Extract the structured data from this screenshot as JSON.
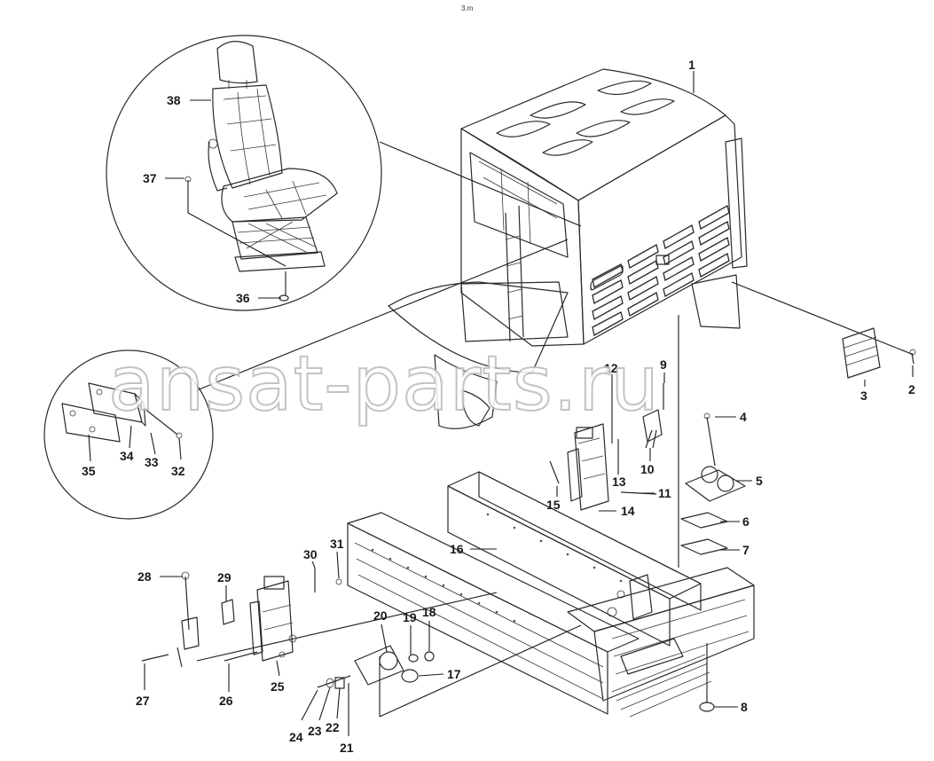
{
  "watermark": "ansat-parts.ru",
  "top_mark": "3.m",
  "callouts": [
    {
      "id": "1",
      "label": "1"
    },
    {
      "id": "2",
      "label": "2"
    },
    {
      "id": "3",
      "label": "3"
    },
    {
      "id": "4",
      "label": "4"
    },
    {
      "id": "5",
      "label": "5"
    },
    {
      "id": "6",
      "label": "6"
    },
    {
      "id": "7",
      "label": "7"
    },
    {
      "id": "8",
      "label": "8"
    },
    {
      "id": "9",
      "label": "9"
    },
    {
      "id": "10",
      "label": "10"
    },
    {
      "id": "11",
      "label": "11"
    },
    {
      "id": "12",
      "label": "12"
    },
    {
      "id": "13",
      "label": "13"
    },
    {
      "id": "14",
      "label": "14"
    },
    {
      "id": "15",
      "label": "15"
    },
    {
      "id": "16",
      "label": "16"
    },
    {
      "id": "17",
      "label": "17"
    },
    {
      "id": "18",
      "label": "18"
    },
    {
      "id": "19",
      "label": "19"
    },
    {
      "id": "20",
      "label": "20"
    },
    {
      "id": "21",
      "label": "21"
    },
    {
      "id": "22",
      "label": "22"
    },
    {
      "id": "23",
      "label": "23"
    },
    {
      "id": "24",
      "label": "24"
    },
    {
      "id": "25",
      "label": "25"
    },
    {
      "id": "26",
      "label": "26"
    },
    {
      "id": "27",
      "label": "27"
    },
    {
      "id": "28",
      "label": "28"
    },
    {
      "id": "29",
      "label": "29"
    },
    {
      "id": "30",
      "label": "30"
    },
    {
      "id": "31",
      "label": "31"
    },
    {
      "id": "32",
      "label": "32"
    },
    {
      "id": "33",
      "label": "33"
    },
    {
      "id": "34",
      "label": "34"
    },
    {
      "id": "35",
      "label": "35"
    },
    {
      "id": "36",
      "label": "36"
    },
    {
      "id": "37",
      "label": "37"
    },
    {
      "id": "38",
      "label": "38"
    }
  ]
}
